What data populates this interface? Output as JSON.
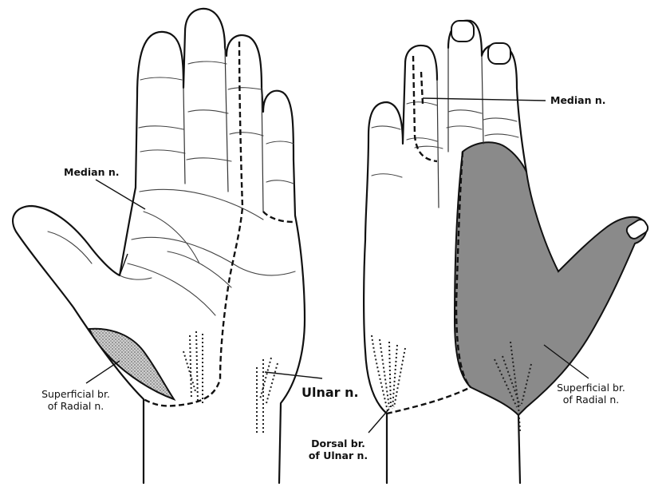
{
  "colors": {
    "background": "#ffffff",
    "outline": "#111111",
    "radial_shading": "#8a8a8a",
    "stipple": "#b8b8b8"
  },
  "palmar_view": {
    "label_median": "Median n.",
    "label_superficial_radial_line1": "Superficial br.",
    "label_superficial_radial_line2": "of Radial n.",
    "label_ulnar": "Ulnar n."
  },
  "dorsal_view": {
    "label_median": "Median n.",
    "label_superficial_radial_line1": "Superficial br.",
    "label_superficial_radial_line2": "of Radial n.",
    "label_dorsal_ulnar_line1": "Dorsal br.",
    "label_dorsal_ulnar_line2": "of Ulnar n."
  }
}
